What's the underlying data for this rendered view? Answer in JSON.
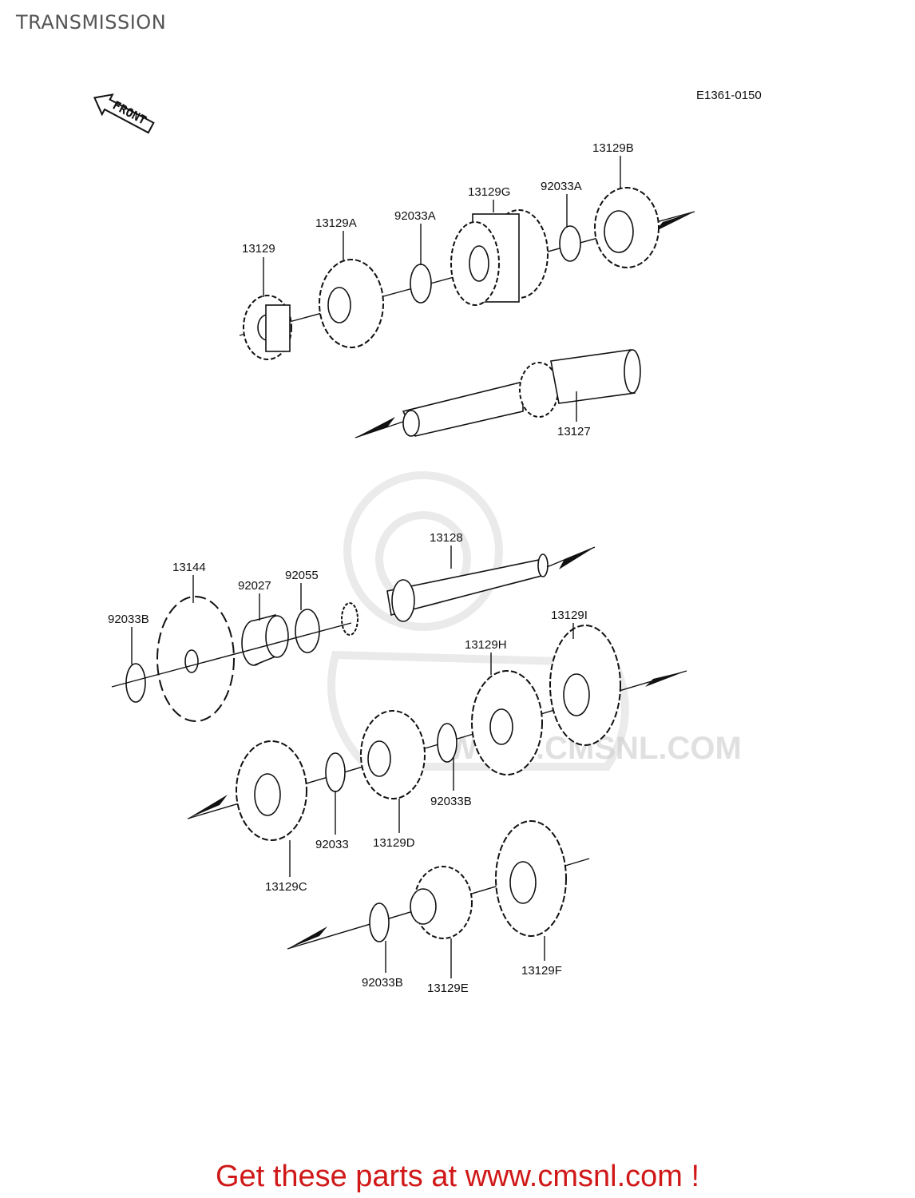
{
  "page": {
    "title": "TRANSMISSION",
    "diagram_code": "E1361-0150",
    "front_label": "FRONT",
    "footer_text": "Get these parts at www.cmsnl.com !",
    "footer_color": "#d01818",
    "watermark_text": "WWW.CMSNL.COM"
  },
  "parts": [
    {
      "key": "p13129",
      "label": "13129"
    },
    {
      "key": "p13129A",
      "label": "13129A"
    },
    {
      "key": "p92033A_1",
      "label": "92033A"
    },
    {
      "key": "p13129G",
      "label": "13129G"
    },
    {
      "key": "p92033A_2",
      "label": "92033A"
    },
    {
      "key": "p13129B",
      "label": "13129B"
    },
    {
      "key": "p13127",
      "label": "13127"
    },
    {
      "key": "p13128",
      "label": "13128"
    },
    {
      "key": "p13144",
      "label": "13144"
    },
    {
      "key": "p92027",
      "label": "92027"
    },
    {
      "key": "p92055",
      "label": "92055"
    },
    {
      "key": "p92033B_1",
      "label": "92033B"
    },
    {
      "key": "p13129I",
      "label": "13129I"
    },
    {
      "key": "p13129H",
      "label": "13129H"
    },
    {
      "key": "p92033B_2",
      "label": "92033B"
    },
    {
      "key": "p13129D",
      "label": "13129D"
    },
    {
      "key": "p92033",
      "label": "92033"
    },
    {
      "key": "p13129C",
      "label": "13129C"
    },
    {
      "key": "p92033B_3",
      "label": "92033B"
    },
    {
      "key": "p13129E",
      "label": "13129E"
    },
    {
      "key": "p13129F",
      "label": "13129F"
    }
  ]
}
